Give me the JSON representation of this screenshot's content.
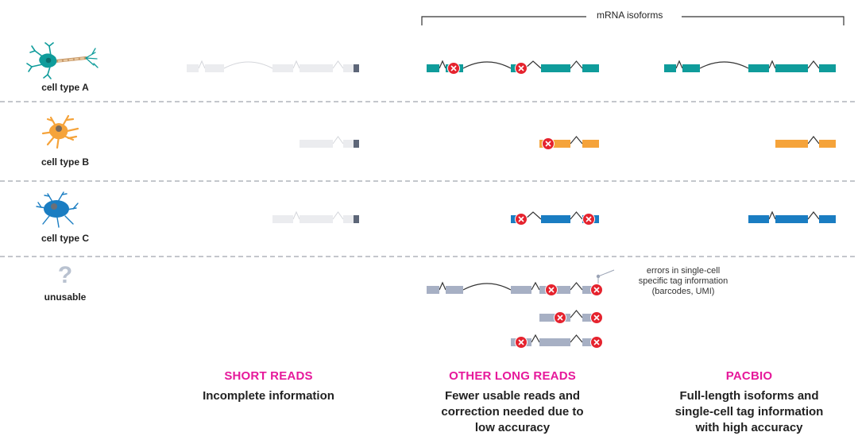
{
  "header": {
    "isoforms_label": "mRNA isoforms"
  },
  "rows": [
    {
      "label": "cell type A"
    },
    {
      "label": "cell type B"
    },
    {
      "label": "cell type C"
    },
    {
      "label": "unusable",
      "icon": "question-mark-icon",
      "icon_text": "?"
    }
  ],
  "annotation": {
    "lines": [
      "errors in single-cell",
      "specific tag information",
      "(barcodes, UMI)"
    ]
  },
  "columns": [
    {
      "title": "SHORT READS",
      "desc": [
        "Incomplete information"
      ]
    },
    {
      "title": "OTHER LONG READS",
      "desc": [
        "Fewer usable reads and",
        "correction needed due to",
        "low accuracy"
      ]
    },
    {
      "title": "PACBIO",
      "desc": [
        "Full-length isoforms and",
        "single-cell tag information",
        "with high accuracy"
      ]
    }
  ],
  "colors": {
    "teal": "#0f9c9b",
    "orange": "#f5a33a",
    "blue": "#1a7dc2",
    "gray_read": "#a7b0c4",
    "short_read": "#ebecef",
    "short_tag": "#5d6678",
    "error": "#e5232e",
    "accent": "#e6199b",
    "divider": "#8a8f99"
  }
}
